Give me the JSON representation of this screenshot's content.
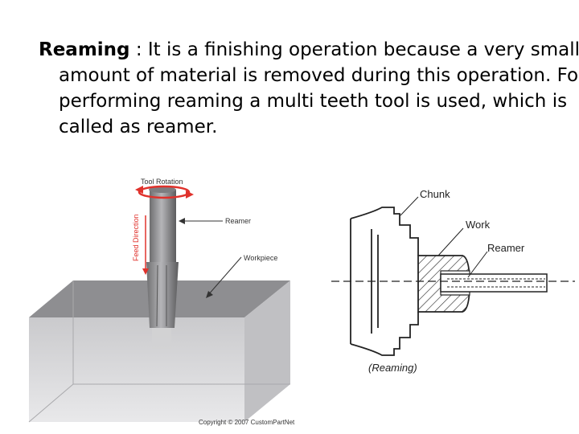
{
  "slide": {
    "term": "Reaming",
    "body": " : It is a finishing operation because a very small amount of material is removed during this operation. For performing reaming a multi teeth tool is used, which is called as reamer."
  },
  "left_figure": {
    "labels": {
      "tool_rotation": "Tool Rotation",
      "reamer": "Reamer",
      "workpiece": "Workpiece",
      "feed_direction": "Feed Direction"
    },
    "copyright": "Copyright © 2007 CustomPartNet",
    "colors": {
      "rotation_arrow": "#e0322c",
      "block": "#c9c9cc",
      "tool": "#8d8d8f"
    }
  },
  "right_figure": {
    "labels": {
      "chunk": "Chunk",
      "work": "Work",
      "reamer": "Reamer",
      "caption": "(Reaming)"
    }
  }
}
